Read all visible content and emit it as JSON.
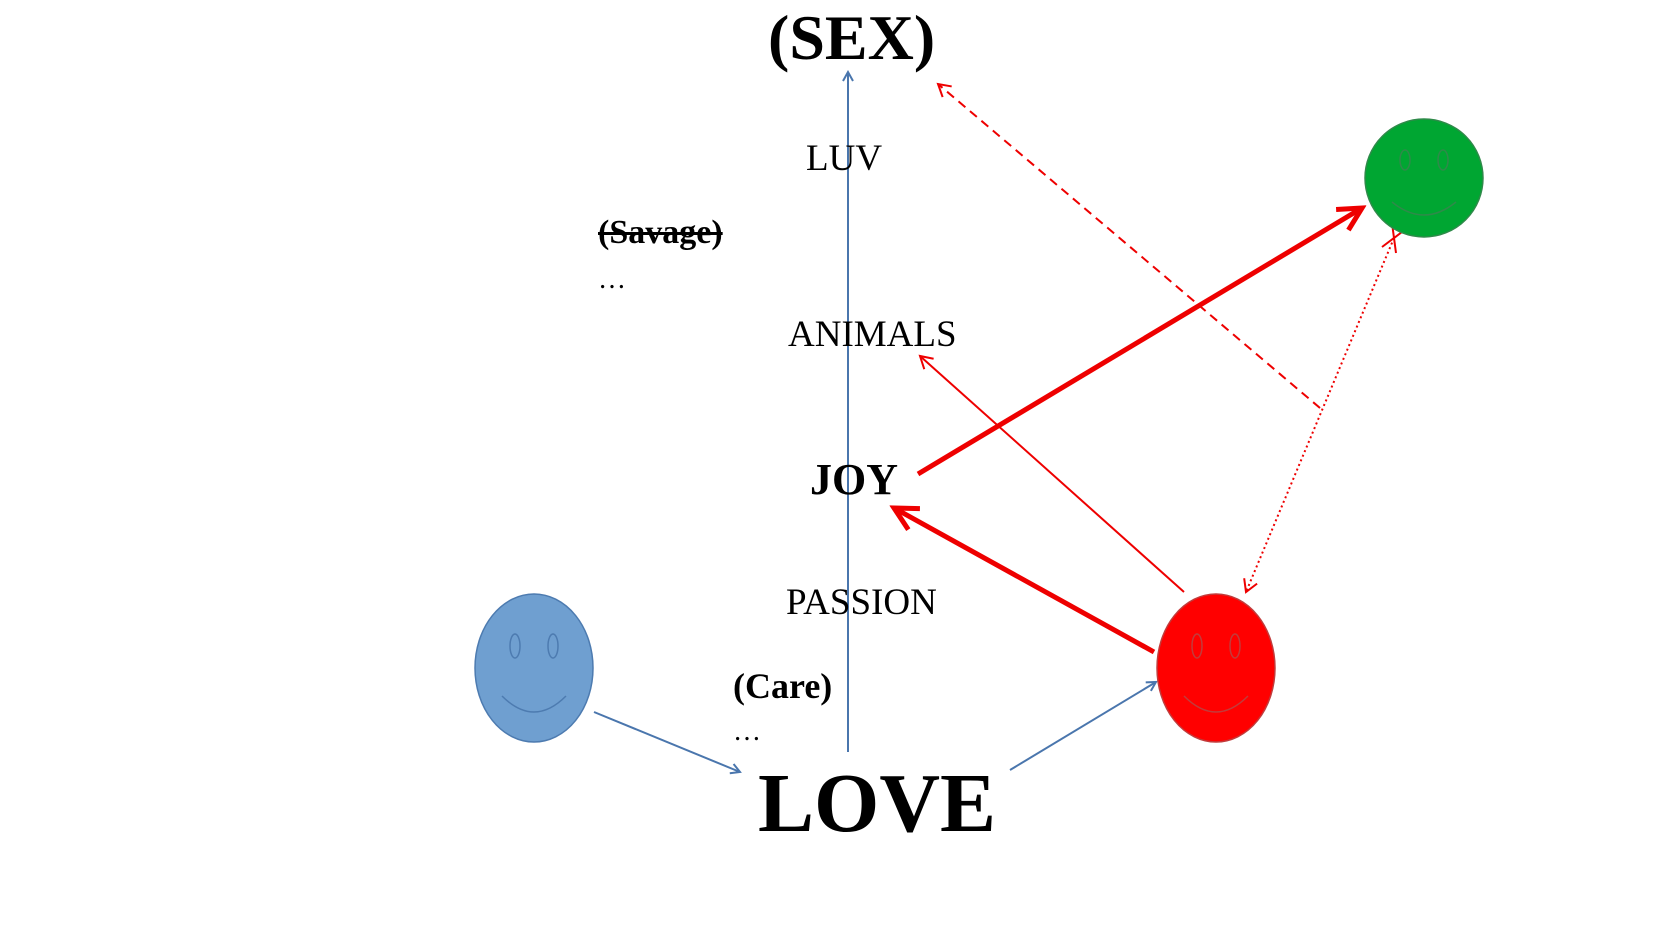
{
  "diagram": {
    "words": {
      "sex": "(SEX)",
      "luv": "LUV",
      "savage": "(Savage)",
      "ellipsis_top": "…",
      "animals": "ANIMALS",
      "joy": "JOY",
      "passion": "PASSION",
      "care": "(Care)",
      "ellipsis_bottom": "…",
      "love": "LOVE"
    },
    "faces": [
      {
        "name": "blue",
        "color": "#6f9fd0"
      },
      {
        "name": "red",
        "color": "#ff0000"
      },
      {
        "name": "green",
        "color": "#00a632"
      }
    ],
    "colors": {
      "axis": "#4a76ad",
      "red_arrow": "#ee0000"
    }
  }
}
